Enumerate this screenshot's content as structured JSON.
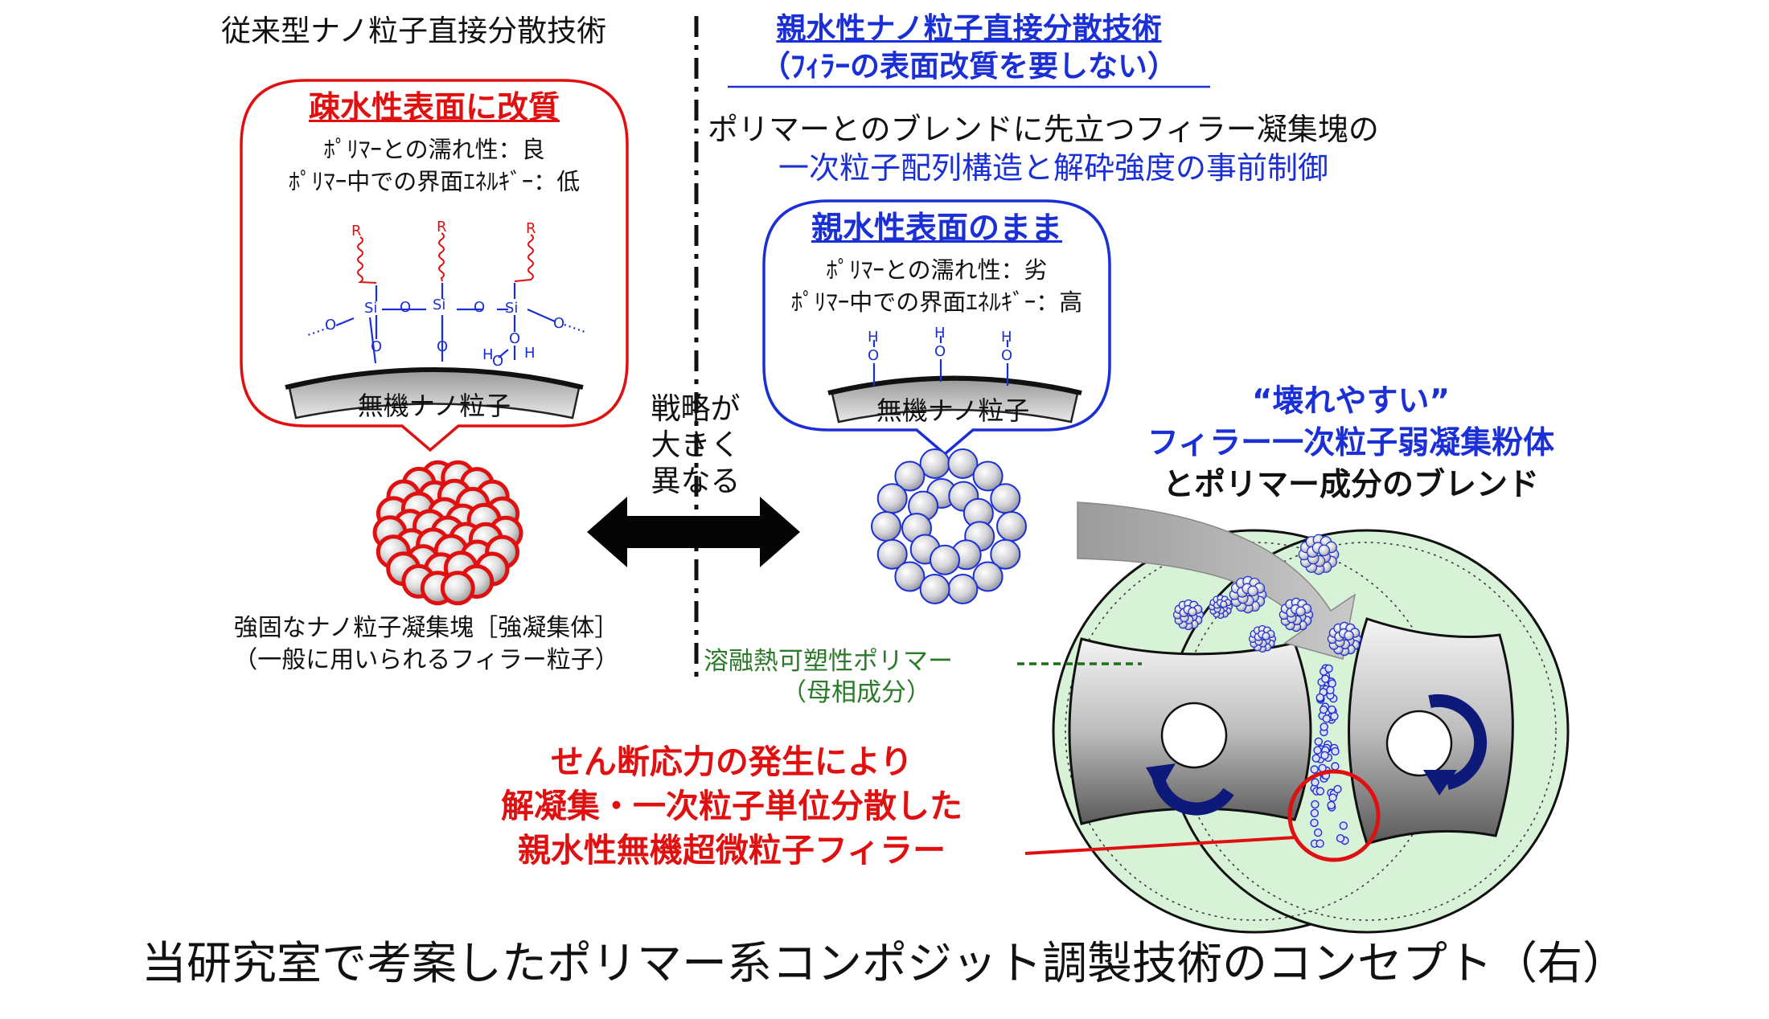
{
  "colors": {
    "red": "#e01010",
    "blue": "#1a2fd6",
    "dark_navy": "#0d1a7a",
    "green": "#2a7a2a",
    "light_green": "#d8f2d8",
    "gray_arrow": "#a9a9a9",
    "black": "#111111"
  },
  "left": {
    "header": "従来型ナノ粒子直接分散技術",
    "callout_title": "疎水性表面に改質",
    "wet_line": "ﾎﾟﾘﾏｰとの濡れ性：良",
    "energy_line": "ﾎﾟﾘﾏｰ中での界面ｴﾈﾙｷﾞｰ：低",
    "surface_label": "無機ナノ粒子",
    "chem": {
      "r": "R",
      "si": "Si",
      "o": "O",
      "h": "H"
    },
    "caption_line1": "強固なナノ粒子凝集塊［強凝集体］",
    "caption_line2": "（一般に用いられるフィラー粒子）"
  },
  "middle": {
    "strategy_line1": "戦略が",
    "strategy_line2": "大きく",
    "strategy_line3": "異なる"
  },
  "right": {
    "header_line1": "親水性ナノ粒子直接分散技術",
    "header_line2": "（ﾌｨﾗｰの表面改質を要しない）",
    "intro_line1": "ポリマーとのブレンドに先立つフィラー凝集塊の",
    "intro_line2": "一次粒子配列構造と解砕強度の事前制御",
    "callout_title": "親水性表面のまま",
    "wet_line": "ﾎﾟﾘﾏｰとの濡れ性：劣",
    "energy_line": "ﾎﾟﾘﾏｰ中での界面ｴﾈﾙｷﾞｰ：高",
    "surface_label": "無機ナノ粒子",
    "chem": {
      "h": "H",
      "o": "O"
    },
    "fragile_line1": "“壊れやすい”",
    "fragile_line2": "フィラー一次粒子弱凝集粉体",
    "fragile_line3": "とポリマー成分のブレンド",
    "polymer_line1": "溶融熱可塑性ポリマー",
    "polymer_line2": "（母相成分）",
    "shear_line1": "せん断応力の発生により",
    "shear_line2": "解凝集・一次粒子単位分散した",
    "shear_line3": "親水性無機超微粒子フィラー"
  },
  "footer": {
    "title": "当研究室で考案したポリマー系コンポジット調製技術のコンセプト（右）"
  }
}
